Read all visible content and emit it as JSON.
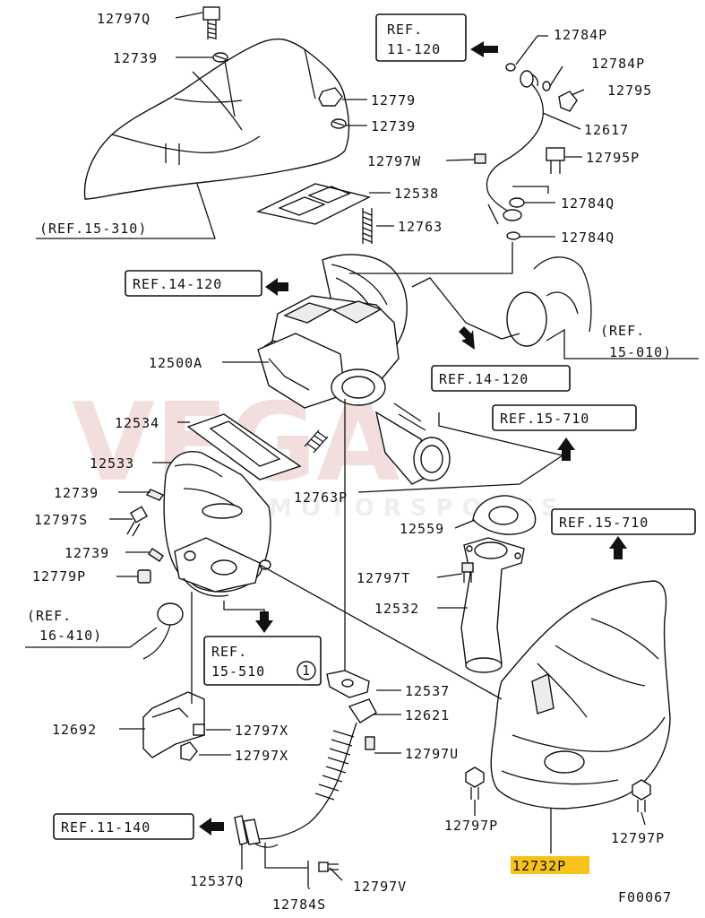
{
  "diagram": {
    "watermark": "VEGA",
    "watermark_sub": "MOTORSPORTS",
    "figure_code": "F00067",
    "highlighted_part": "12732P",
    "part_labels": {
      "p12797Q": "12797Q",
      "p12739a": "12739",
      "p12779": "12779",
      "p12739b": "12739",
      "p12797W": "12797W",
      "p12538": "12538",
      "p12763": "12763",
      "p12784Pa": "12784P",
      "p12784Pb": "12784P",
      "p12795": "12795",
      "p12617": "12617",
      "p12795P": "12795P",
      "p12784Qa": "12784Q",
      "p12784Qb": "12784Q",
      "p12500A": "12500A",
      "p12534": "12534",
      "p12533": "12533",
      "p12739c": "12739",
      "p12797S": "12797S",
      "p12763P": "12763P",
      "p12739d": "12739",
      "p12779P": "12779P",
      "p12559": "12559",
      "p12797T": "12797T",
      "p12532": "12532",
      "p12537": "12537",
      "p12621": "12621",
      "p12692": "12692",
      "p12797Xa": "12797X",
      "p12797Xb": "12797X",
      "p12797U": "12797U",
      "p12797P_left": "12797P",
      "p12797P_right": "12797P",
      "p12732P": "12732P",
      "p12537Q": "12537Q",
      "p12797V": "12797V",
      "p12784S": "12784S"
    },
    "refs": {
      "ref_11_120_a": "REF.",
      "ref_11_120_b": "11-120",
      "ref_15_310": "(REF.15-310)",
      "ref_14_120_left": "REF.14-120",
      "ref_15_010_a": "(REF.",
      "ref_15_010_b": "15-010)",
      "ref_14_120_right": "REF.14-120",
      "ref_15_710_upper": "REF.15-710",
      "ref_15_710_lower": "REF.15-710",
      "ref_16_410_a": "(REF.",
      "ref_16_410_b": "16-410)",
      "ref_15_510_a": "REF.",
      "ref_15_510_b": "15-510",
      "ref_15_510_circle": "1",
      "ref_11_140": "REF.11-140"
    }
  }
}
